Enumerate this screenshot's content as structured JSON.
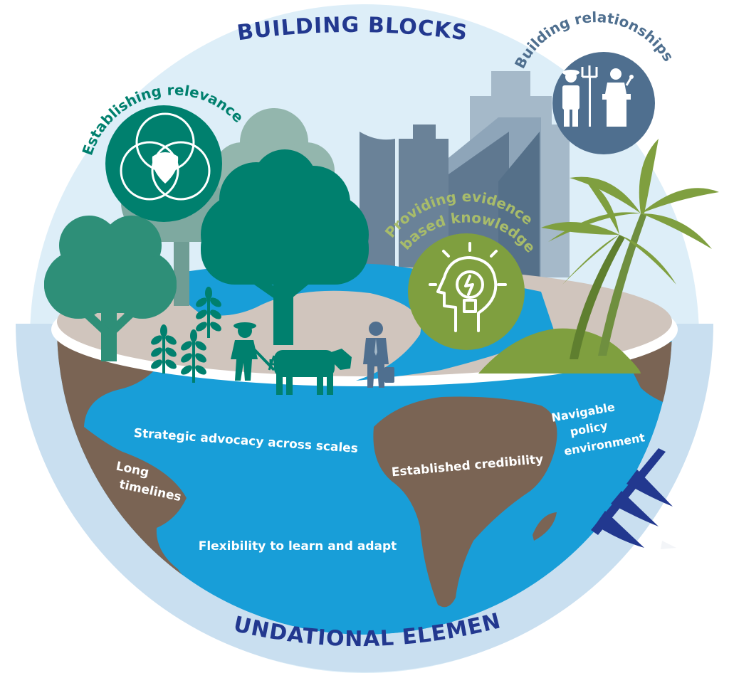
{
  "diagram": {
    "top_title": "BUILDING BLOCKS",
    "bottom_title": "FOUNDATIONAL ELEMENTS",
    "building_blocks": {
      "establishing_relevance": "Establishing relevance",
      "building_relationships": "Building relationships",
      "evidence_line1": "Providing evidence-",
      "evidence_line2": "based knowledge"
    },
    "foundational_elements": {
      "strategic_advocacy": "Strategic advocacy across scales",
      "long_timelines_line1": "Long",
      "long_timelines_line2": "timelines",
      "established_credibility": "Established credibility",
      "navigable_line1": "Navigable",
      "navigable_line2": "policy",
      "navigable_line3": "environment",
      "flexibility": "Flexibility to learn and adapt"
    },
    "icons": [
      "venn-diagram-icon",
      "farmer-icon",
      "speaker-podium-icon",
      "lightbulb-head-icon",
      "cow-icon",
      "wheat-icon",
      "sailboat-icon"
    ],
    "colors": {
      "title": "#22388f",
      "relevance": "#00806e",
      "relationships": "#4f6f8f",
      "evidence": "#7f9f3f",
      "ocean": "#189ed8",
      "land": "#7a6454",
      "disc_top": "#d0c5bd",
      "sky": "#ddeef8"
    }
  }
}
